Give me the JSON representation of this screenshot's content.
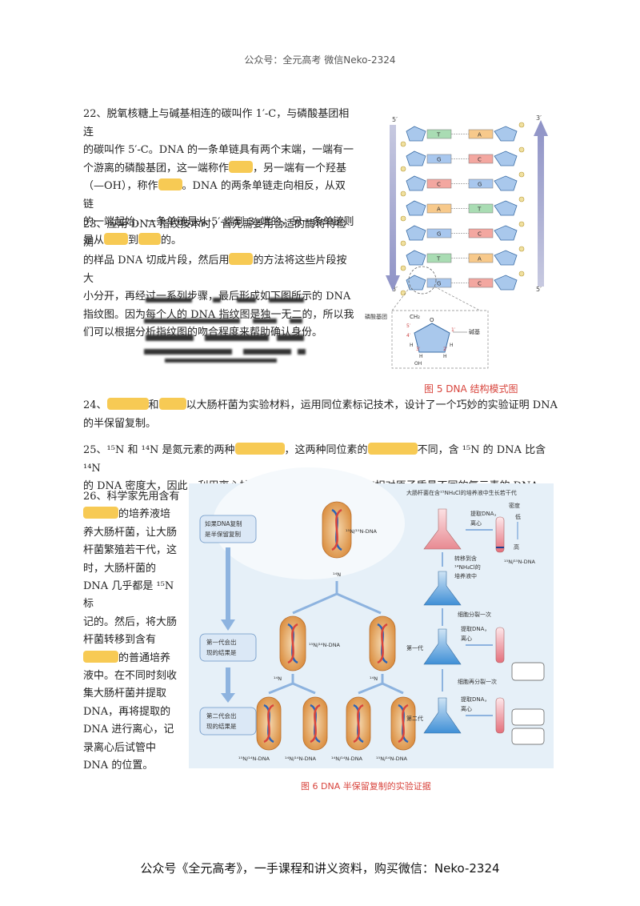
{
  "header": {
    "text": "公众号：全元高考  微信Neko-2324"
  },
  "q22": {
    "line1": "22、脱氧核糖上与碱基相连的碳叫作 1′-C，与磷酸基团相连",
    "line2": "的碳叫作 5′-C。DNA 的一条单链具有两个末端，一端有一",
    "line3a": "个游离的磷酸基团，这一端称作",
    "line3b": "，另一端有一个羟基",
    "line4a": "（—OH），称作",
    "line4b": "。DNA 的两条单链走向相反，从双链",
    "line5": "的一端起始，一条单链是从 5′-端到 3′-端的，另一条单链则",
    "line6a": "是从",
    "line6b": "到",
    "line6c": "的。"
  },
  "q23": {
    "line1": "23、应用 DNA 指纹技术时，首先需要用合适的酶将待检测",
    "line2a": "的样品 DNA 切成片段，然后用",
    "line2b": "的方法将这些片段按大",
    "line3": "小分开，再经过一系列步骤，最后形成如下图所示的 DNA",
    "line4": "指纹图。因为每个人的 DNA 指纹图是独一无二的，所以我",
    "line5": "们可以根据分析指纹图的吻合程度来帮助确认身份。"
  },
  "fig5": {
    "label_5prime_tl": "5′",
    "label_3prime_tr": "3′",
    "label_3prime_bl": "3′",
    "label_5prime_br": "5′",
    "bases_left": [
      "T",
      "G",
      "C",
      "A",
      "G",
      "T",
      "G"
    ],
    "bases_right": [
      "A",
      "C",
      "G",
      "T",
      "C",
      "A",
      "C"
    ],
    "phosphate_label": "磷酸基团",
    "base_label": "碱基",
    "ch2": "CH₂",
    "num5": "5′",
    "num4": "4′",
    "num1": "1′",
    "num3": "3′",
    "num2": "2′",
    "o": "O",
    "h1": "H",
    "h2": "H",
    "h3": "H",
    "h4": "H",
    "oh": "OH",
    "caption": "图 5   DNA 结构模式图"
  },
  "q24": {
    "text_a": "24、",
    "text_b": "和",
    "text_c": "以大肠杆菌为实验材料，运用同位素标记技术，设计了一个巧妙的实验证明 DNA",
    "line2": "的半保留复制。"
  },
  "q25": {
    "a": "25、¹⁵N 和 ¹⁴N 是氮元素的两种",
    "b": "，这两种同位素的",
    "c": "不同，含 ¹⁵N 的 DNA 比含 ¹⁴N",
    "line2": "的 DNA 密度大，因此，利用离心技术可以在试管中分离开含有相对原子质量不同的氮元素的 DNA。"
  },
  "q26": {
    "line1": "26、科学家先用含有",
    "line2b": "的培养液培",
    "line3": "养大肠杆菌，让大肠",
    "line4": "杆菌繁殖若干代，这",
    "line5": "时，大肠杆菌的",
    "line6": "DNA 几乎都是 ¹⁵N 标",
    "line7": "记的。然后，将大肠",
    "line8": "杆菌转移到含有",
    "line9b": "的普通培养",
    "line10": "液中。在不同时刻收",
    "line11": "集大肠杆菌并提取",
    "line12": "DNA，再将提取的",
    "line13": "DNA 进行离心，记",
    "line14": "录离心后试管中",
    "line15": "DNA 的位置。"
  },
  "fig6": {
    "top_title": "大肠杆菌在含¹⁵NH₄Cl的培养液中生长若干代",
    "if_label_1": "如果DNA复制",
    "if_label_2": "是半保留复制",
    "gen0_dna": "¹⁵N/¹⁵N-DNA",
    "n14_a": "¹⁴N",
    "gen1_dna": "¹⁵N/¹⁴N-DNA",
    "box_gen1_1": "第一代会出",
    "box_gen1_2": "现的结果是",
    "n14_b": "¹⁴N",
    "n14_c": "¹⁴N",
    "box_gen2_1": "第二代会出",
    "box_gen2_2": "现的结果是",
    "gen2_labels": [
      "¹⁵N/¹⁴N-DNA",
      "¹⁴N/¹⁴N-DNA",
      "¹⁴N/¹⁴N-DNA",
      "¹⁵N/¹⁴N-DNA"
    ],
    "extract1": "提取DNA，",
    "centrifuge1": "离心",
    "density": "密度",
    "low": "低",
    "high": "高",
    "tube_label": "¹⁵N/¹⁵N-DNA",
    "transfer_1": "转移到含",
    "transfer_2": "¹⁴NH₄Cl的",
    "transfer_3": "培养液中",
    "divide_once": "细胞分裂一次",
    "extract2": "提取DNA，",
    "centrifuge2": "离心",
    "gen1": "第一代",
    "divide_twice": "细胞再分裂一次",
    "extract3": "提取DNA，",
    "centrifuge3": "离心",
    "gen2": "第二代",
    "caption": "图 6   DNA 半保留复制的实验证据"
  },
  "footer": {
    "text": "公众号《全元高考》，一手课程和讲义资料，购买微信：Neko-2324"
  },
  "colors": {
    "blank": "#f6c441",
    "caption": "#d8443c",
    "panel": "#e6f0f8"
  }
}
